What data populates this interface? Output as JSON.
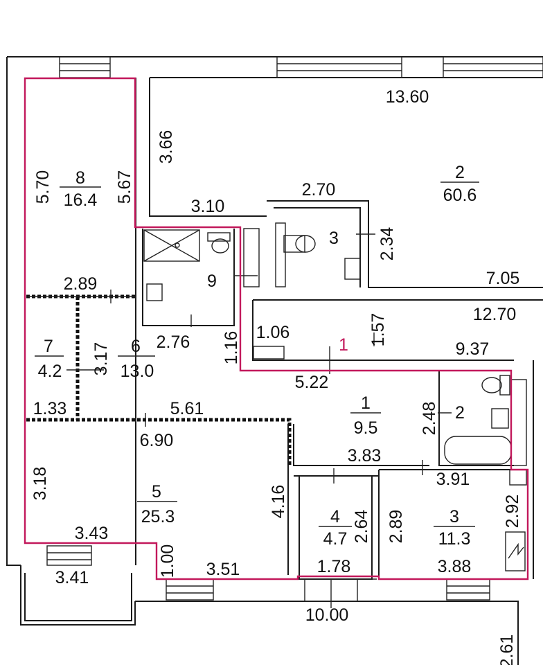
{
  "colors": {
    "boundary": "#c2185b",
    "walls": "#1a1a1a",
    "background": "#ffffff"
  },
  "labels": {
    "room8_area": "16.4",
    "room8_num": "8",
    "room8_left": "5.70",
    "room8_right": "5.67",
    "room2_num": "2",
    "room2_area": "60.6",
    "top_width": "13.60",
    "left_height_2": "3.66",
    "seg_3_10": "3.10",
    "seg_2_70": "2.70",
    "room3_top_num": "3",
    "seg_2_34": "2.34",
    "seg_7_05": "7.05",
    "seg_12_70": "12.70",
    "seg_1_57": "1.57",
    "seg_1_06": "1.06",
    "apartment_num": "1",
    "seg_9_37": "9.37",
    "room9_num": "9",
    "seg_2_89": "2.89",
    "seg_2_76": "2.76",
    "seg_1_16": "1.16",
    "seg_5_22": "5.22",
    "room7_num": "7",
    "room7_area": "4.2",
    "seg_3_17": "3.17",
    "room6_num": "6",
    "room6_area": "13.0",
    "seg_1_33": "1.33",
    "seg_5_61": "5.61",
    "room1_num": "1",
    "room1_area": "9.5",
    "seg_2_48": "2.48",
    "room2b_num": "2",
    "seg_6_90": "6.90",
    "seg_3_83": "3.83",
    "seg_3_91": "3.91",
    "room5_num": "5",
    "room5_area": "25.3",
    "seg_3_18": "3.18",
    "seg_4_16": "4.16",
    "room4_num": "4",
    "room4_area": "4.7",
    "seg_2_64": "2.64",
    "room3b_num": "3",
    "room3b_area": "11.3",
    "seg_2_89b": "2.89",
    "seg_2_92": "2.92",
    "seg_3_43": "3.43",
    "seg_1_00": "1.00",
    "seg_3_51": "3.51",
    "seg_1_78": "1.78",
    "seg_3_88": "3.88",
    "seg_3_41": "3.41",
    "seg_10_00": "10.00",
    "seg_2_61": "2.61"
  }
}
